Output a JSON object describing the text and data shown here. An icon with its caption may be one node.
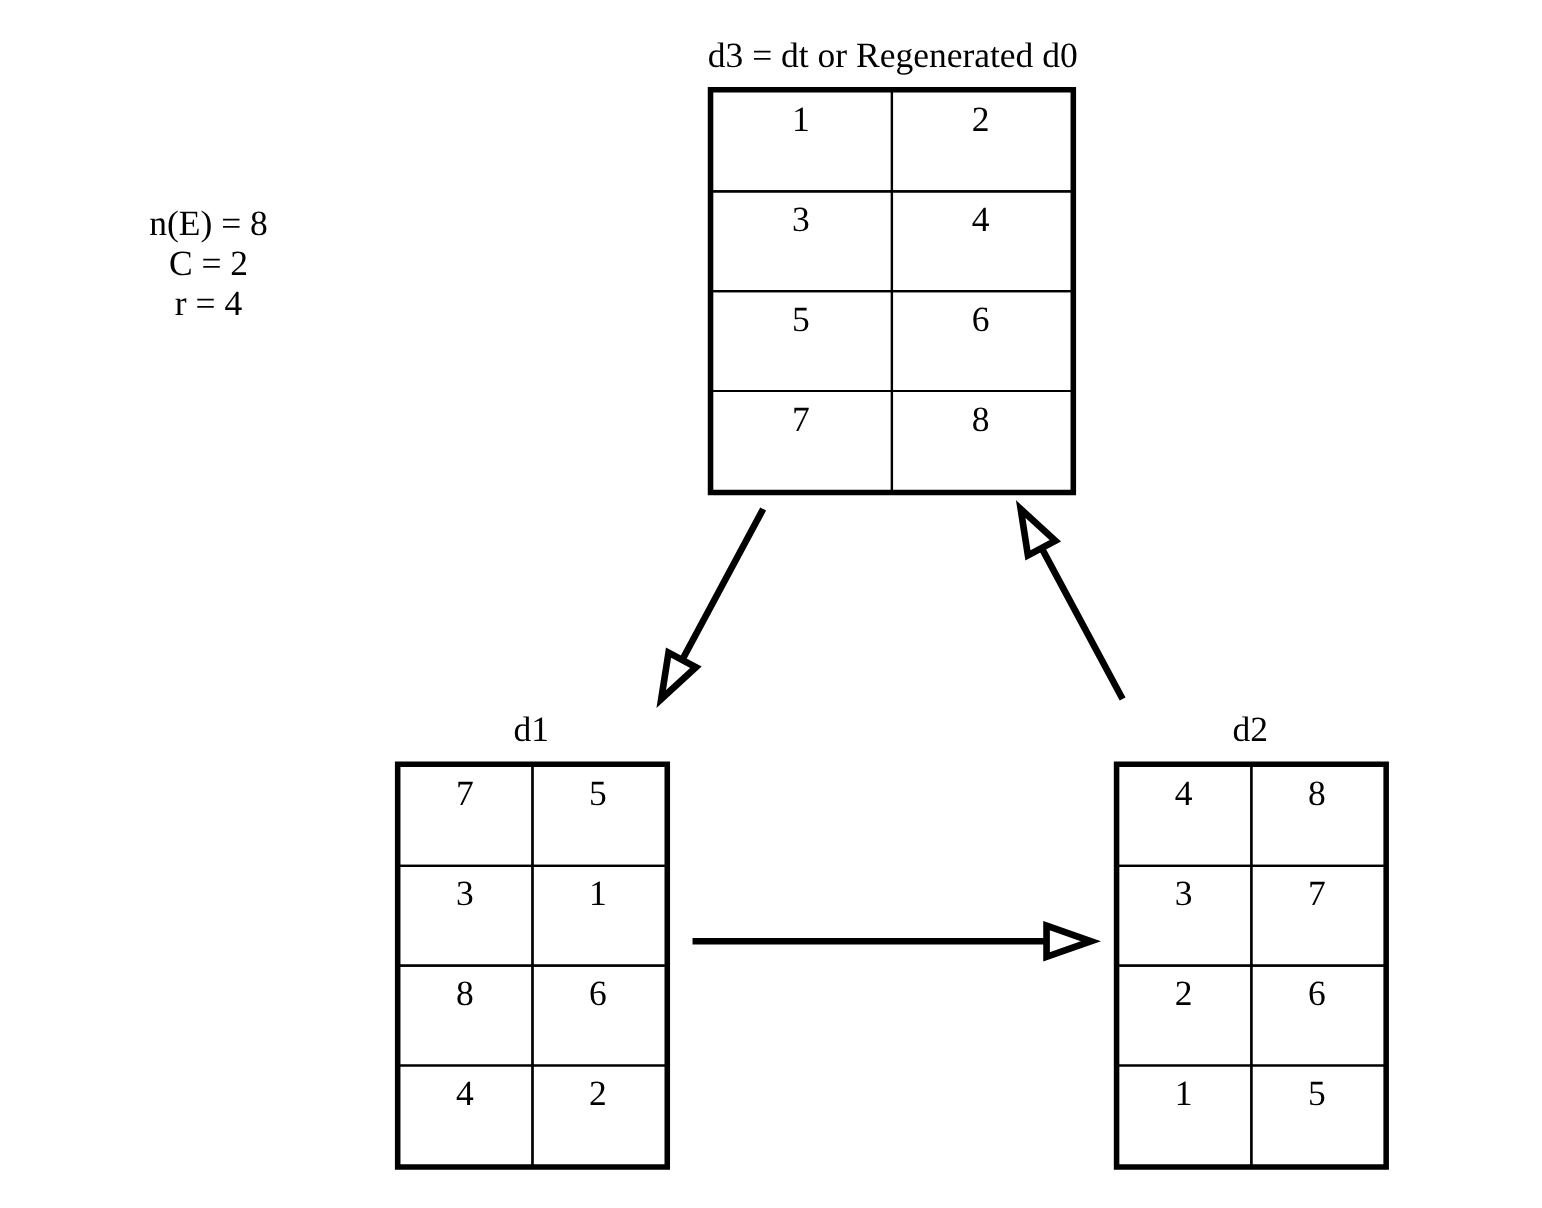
{
  "diagram": {
    "nodes": [
      {
        "text": [
          "d3 = dt or Regenerated d0",
          "1",
          "2",
          "3",
          "4",
          "5",
          "6",
          "7",
          "8"
        ]
      },
      {
        "text": [
          "d2",
          "4",
          "8",
          "3",
          "7",
          "2",
          "6",
          "1",
          "5"
        ]
      },
      {
        "text": [
          "d1",
          "7",
          "5",
          "3",
          "1",
          "8",
          "6",
          "4",
          "2"
        ]
      }
    ],
    "edges": [
      {
        "from": 0,
        "to": 2,
        "arrow": "to"
      },
      {
        "from": 2,
        "to": 1,
        "arrow": "to"
      },
      {
        "from": 1,
        "to": 0,
        "arrow": "to"
      }
    ],
    "labels": [
      "n(E) = 8",
      "C = 2",
      "r = 4"
    ]
  }
}
